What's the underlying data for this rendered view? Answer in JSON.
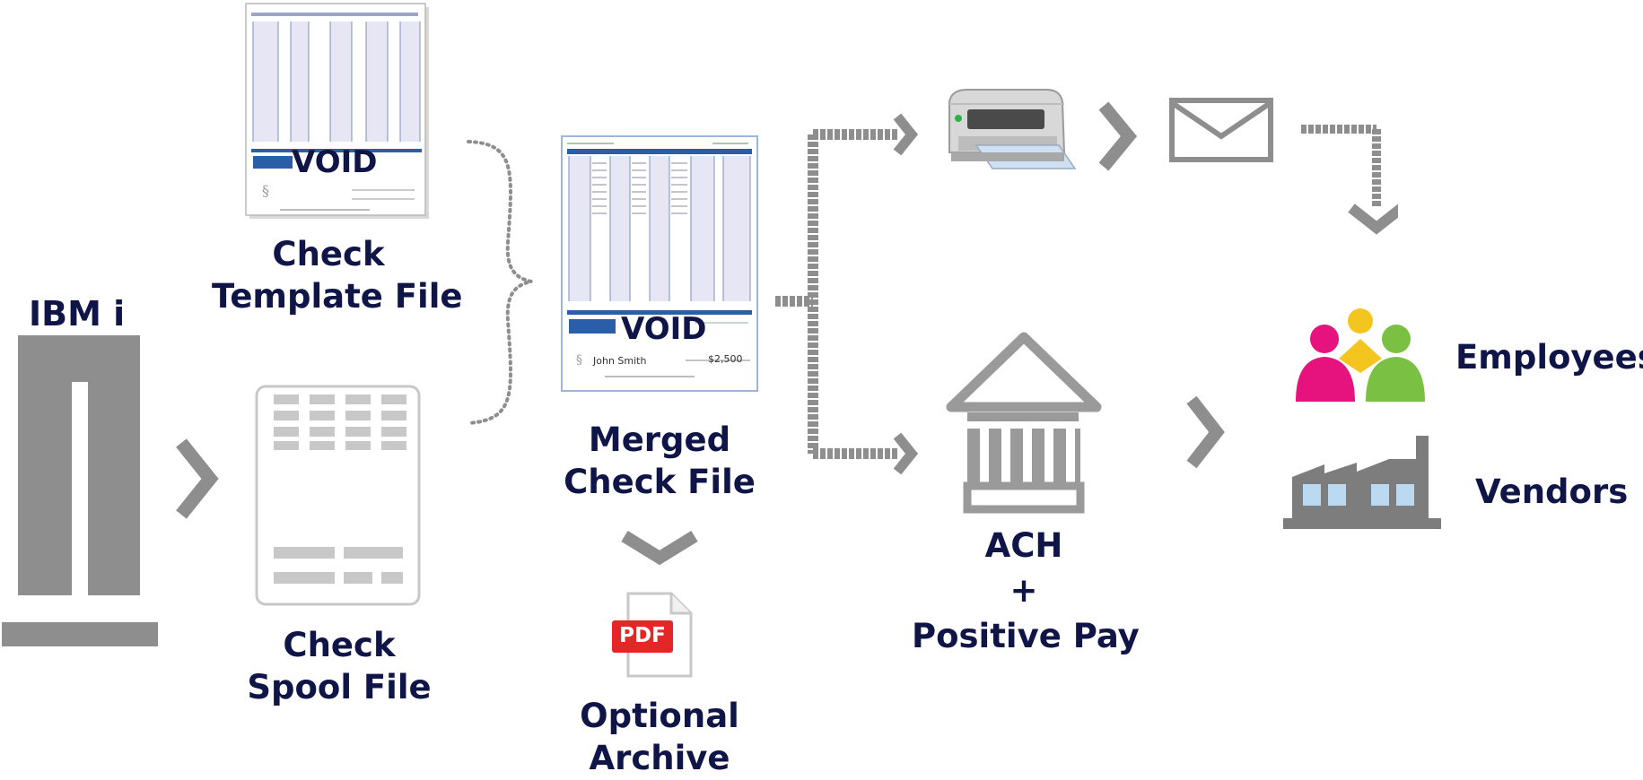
{
  "system": {
    "label": "IBM i"
  },
  "template_file": {
    "label_line1": "Check",
    "label_line2": "Template  File",
    "watermark": "VOID"
  },
  "spool_file": {
    "label_line1": "Check",
    "label_line2": "Spool File"
  },
  "merged_file": {
    "label_line1": "Merged",
    "label_line2": "Check File",
    "watermark": "VOID",
    "payee": "John Smith",
    "amount": "$2,500"
  },
  "archive": {
    "badge": "PDF",
    "label_line1": "Optional",
    "label_line2": "Archive"
  },
  "ach": {
    "line1": "ACH",
    "line2": "+",
    "line3": "Positive Pay"
  },
  "recipients": {
    "employees": "Employees",
    "vendors": "Vendors"
  },
  "colors": {
    "text": "#101548",
    "gray": "#8e8e8e",
    "light_gray": "#c8c8c8",
    "check_blue": "#2a5ea8",
    "column_tint": "#e6e6f4",
    "pdf_red": "#e52626",
    "magenta": "#e6137f",
    "yellow": "#f4c51e",
    "green": "#7ac143",
    "window_blue": "#bcd9f2"
  },
  "icons": [
    "mainframe-icon",
    "chevron-right-icon",
    "spool-doc-icon",
    "template-doc-icon",
    "brace-icon",
    "merged-check-icon",
    "chevron-down-icon",
    "pdf-icon",
    "printer-icon",
    "envelope-icon",
    "bank-icon",
    "people-icon",
    "factory-icon"
  ]
}
